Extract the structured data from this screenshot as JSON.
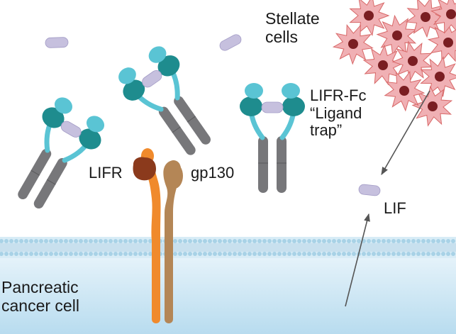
{
  "labels": {
    "stellate": "Stellate\ncells",
    "lifr_fc": "LIFR-Fc\n“Ligand\ntrap”",
    "lifr": "LIFR",
    "gp130": "gp130",
    "lif": "LIF",
    "cancer_cell": "Pancreatic\ncancer cell"
  },
  "colors": {
    "membrane_bg": "#d8ecf6",
    "membrane_bead": "#a8d2e6",
    "membrane_line": "#c8e0ee",
    "lif_ligand": "#c6c0de",
    "lif_ligand_edge": "#9e97c2",
    "trap_teal_dark": "#1e8c8e",
    "trap_teal_light": "#5ac4d4",
    "trap_fc_gray": "#77777a",
    "receptor_lifr": "#f08a2c",
    "receptor_lifr_cap": "#8b3a1c",
    "receptor_gp130": "#b48656",
    "stellate_cell": "#f0b0b4",
    "stellate_edge": "#d86868",
    "stellate_nucleus": "#7a1e22",
    "arrow": "#555555"
  }
}
